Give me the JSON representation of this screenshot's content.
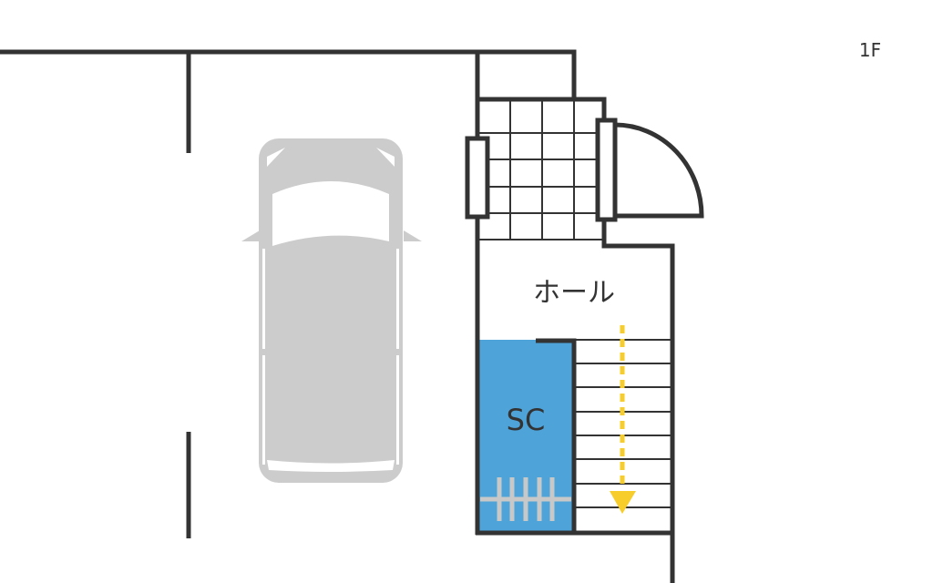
{
  "floor_label": "1F",
  "rooms": {
    "hall": "ホール",
    "storage": "SC"
  },
  "icons": [
    "car-icon",
    "door-icon",
    "window-icon",
    "stair-direction-arrow-icon",
    "railing-icon"
  ],
  "colors": {
    "wall": "#333333",
    "storage_fill": "#4EA3D9",
    "arrow": "#F7CD2B",
    "car": "#CCCCCC"
  }
}
